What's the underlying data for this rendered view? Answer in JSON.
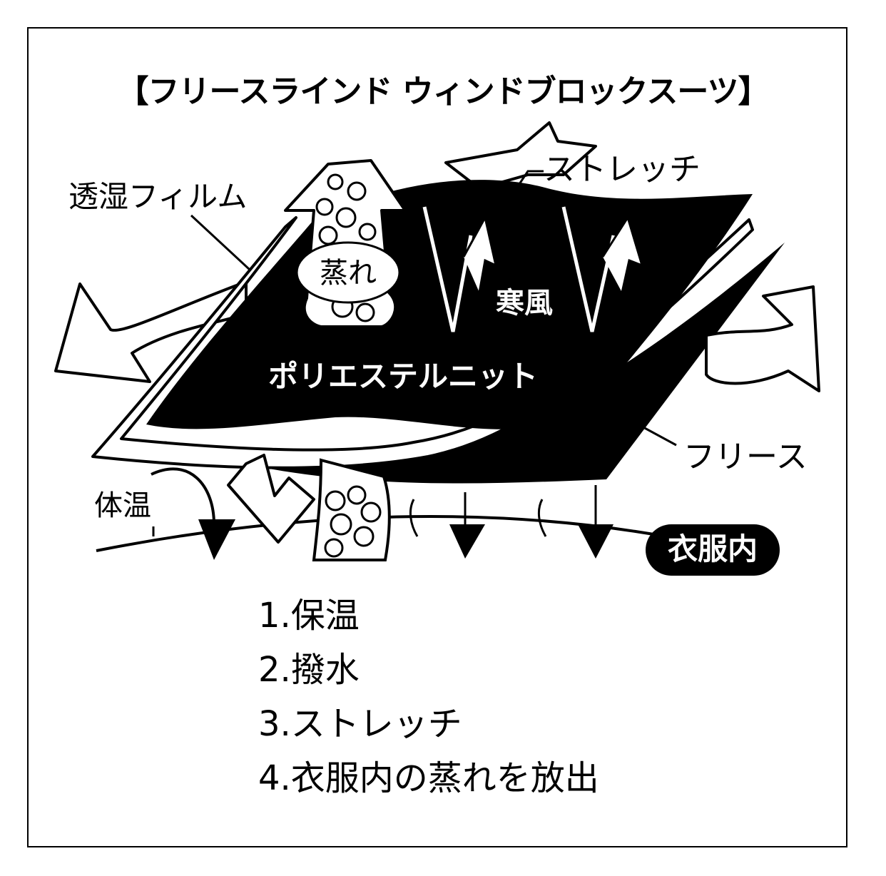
{
  "title": "【フリースラインド ウィンドブロックスーツ】",
  "labels": {
    "membrane": "透湿フィルム",
    "stretch": "ストレッチ",
    "steam": "蒸れ",
    "cold_wind": "寒風",
    "outer_fabric": "ポリエステルニット",
    "fleece": "フリース",
    "body_heat": "体温",
    "inside_clothing": "衣服内"
  },
  "features": [
    "1.保温",
    "2.撥水",
    "3.ストレッチ",
    "4.衣服内の蒸れを放出"
  ]
}
